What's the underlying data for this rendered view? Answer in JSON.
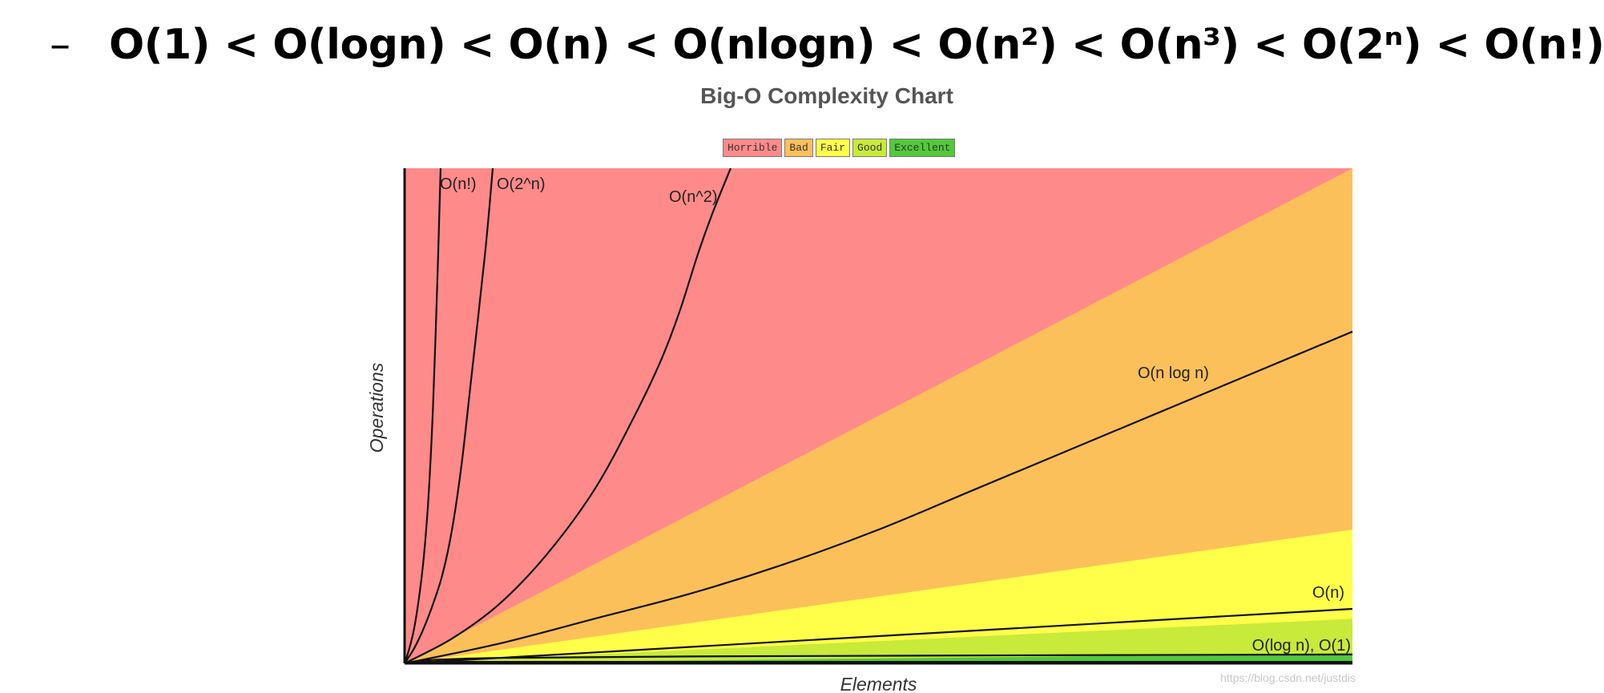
{
  "headline": {
    "dash": "–",
    "text": "O(1) < O(logn) < O(n) < O(nlogn) < O(n²) < O(n³) < O(2ⁿ) < O(n!)"
  },
  "watermark": "https://blog.csdn.net/justdis",
  "chart_data": {
    "type": "area",
    "title": "Big-O Complexity Chart",
    "xlabel": "Elements",
    "ylabel": "Operations",
    "xlim": [
      0,
      100
    ],
    "ylim": [
      0,
      100
    ],
    "grid": false,
    "legend_placement": "top-center",
    "legend": [
      {
        "label": "Horrible",
        "color": "#ff8a8a"
      },
      {
        "label": "Bad",
        "color": "#fcc05a"
      },
      {
        "label": "Fair",
        "color": "#ffff4a"
      },
      {
        "label": "Good",
        "color": "#c8ea3a"
      },
      {
        "label": "Excellent",
        "color": "#52c93a"
      }
    ],
    "regions": [
      {
        "name": "Horrible",
        "color": "#ff8a8a",
        "upper": [
          [
            0,
            100
          ],
          [
            100,
            100
          ]
        ]
      },
      {
        "name": "Bad",
        "color": "#fcc05a",
        "upper": [
          [
            0,
            0
          ],
          [
            100,
            100
          ]
        ]
      },
      {
        "name": "Fair",
        "color": "#ffff4a",
        "upper": [
          [
            0,
            0
          ],
          [
            100,
            27
          ]
        ]
      },
      {
        "name": "Good",
        "color": "#c8ea3a",
        "upper": [
          [
            0,
            0
          ],
          [
            100,
            9
          ]
        ]
      },
      {
        "name": "Excellent",
        "color": "#52c93a",
        "upper": [
          [
            0,
            0
          ],
          [
            100,
            2
          ]
        ]
      }
    ],
    "series": [
      {
        "name": "O(n!)",
        "label": "O(n!)",
        "x": [
          0,
          0.5,
          1,
          1.5,
          2,
          2.5,
          3,
          3.5,
          3.8
        ],
        "y": [
          0,
          3,
          7,
          13,
          21,
          33,
          52,
          80,
          100
        ]
      },
      {
        "name": "O(2^n)",
        "label": "O(2^n)",
        "x": [
          0,
          1,
          2,
          3,
          4,
          5,
          6,
          7,
          8.5,
          9.3
        ],
        "y": [
          0,
          3,
          7,
          12,
          18,
          27,
          40,
          57,
          83,
          100
        ]
      },
      {
        "name": "O(n^2)",
        "label": "O(n^2)",
        "x": [
          0,
          5,
          10,
          15,
          20,
          24,
          27,
          29,
          31,
          32.5,
          34.4
        ],
        "y": [
          0,
          5,
          12,
          22,
          35,
          49,
          61,
          71,
          83,
          91,
          100
        ]
      },
      {
        "name": "O(n log n)",
        "label": "O(n log n)",
        "x": [
          0,
          10,
          20,
          30,
          40,
          50,
          60,
          70,
          80,
          90,
          100
        ],
        "y": [
          0,
          4,
          9,
          14,
          20,
          27,
          35,
          43,
          51,
          59,
          67
        ]
      },
      {
        "name": "O(n)",
        "label": "O(n)",
        "x": [
          0,
          100
        ],
        "y": [
          0,
          11
        ]
      },
      {
        "name": "O(log n)",
        "label": "O(log n), O(1)",
        "x": [
          0,
          1,
          3,
          10,
          30,
          60,
          100
        ],
        "y": [
          0,
          0.35,
          0.7,
          1.1,
          1.4,
          1.6,
          1.8
        ]
      },
      {
        "name": "O(1)",
        "x": [
          0,
          100
        ],
        "y": [
          0.3,
          0.3
        ]
      }
    ]
  }
}
